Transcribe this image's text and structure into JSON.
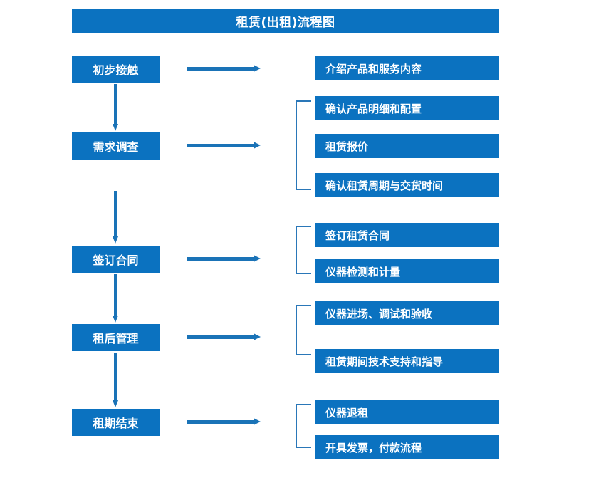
{
  "diagram": {
    "title": "租赁(出租)流程图",
    "accent_color": "#0b72c0",
    "arrow_color": "#1a73b7",
    "bracket_color": "#2a77b8",
    "text_color": "#ffffff",
    "background_color": "#ffffff"
  },
  "stages": [
    {
      "label": "初步接触"
    },
    {
      "label": "需求调查"
    },
    {
      "label": "签订合同"
    },
    {
      "label": "租后管理"
    },
    {
      "label": "租期结束"
    }
  ],
  "details": [
    {
      "label": "介绍产品和服务内容"
    },
    {
      "label": "确认产品明细和配置"
    },
    {
      "label": "租赁报价"
    },
    {
      "label": "确认租赁周期与交货时间"
    },
    {
      "label": "签订租赁合同"
    },
    {
      "label": "仪器检测和计量"
    },
    {
      "label": "仪器进场、调试和验收"
    },
    {
      "label": "租赁期间技术支持和指导"
    },
    {
      "label": "仪器退租"
    },
    {
      "label": "开具发票，付款流程"
    }
  ]
}
